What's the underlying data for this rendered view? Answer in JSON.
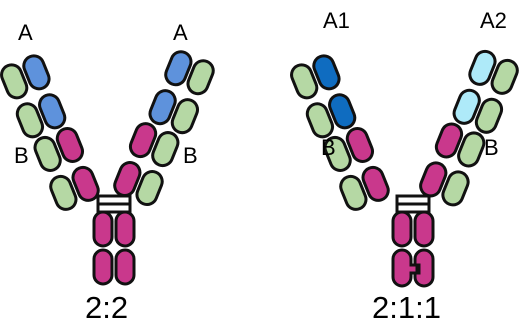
{
  "colors": {
    "green": "#b5d8a4",
    "blue": "#5e92dc",
    "dark_blue": "#0f6cc0",
    "light_blue": "#aeeaf9",
    "magenta": "#c9388c",
    "light_magenta": "#e27cb8",
    "outline": "#111111"
  },
  "left": {
    "label_a_left": "A",
    "label_a_right": "A",
    "label_b_left": "B",
    "label_b_right": "B",
    "ratio": "2:2"
  },
  "right": {
    "label_a1": "A1",
    "label_a2": "A2",
    "label_b_left": "B",
    "label_b_right": "B",
    "ratio": "2:1:1"
  }
}
